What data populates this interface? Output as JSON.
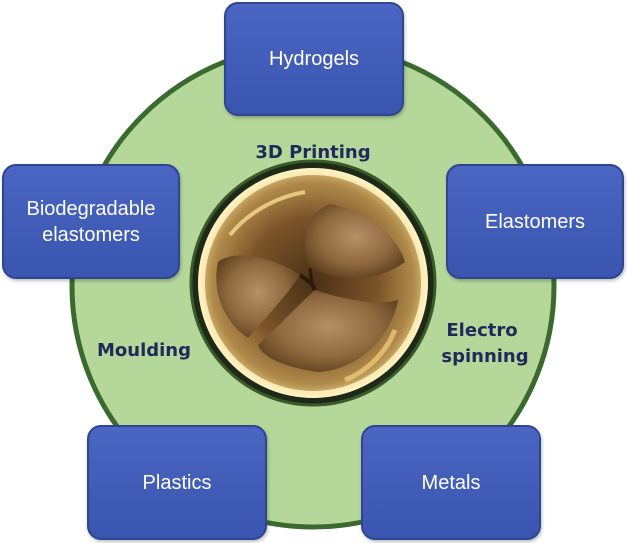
{
  "materials": {
    "hydrogels": "Hydrogels",
    "elastomers": "Elastomers",
    "metals": "Metals",
    "plastics": "Plastics",
    "biodegradable_line1": "Biodegradable",
    "biodegradable_line2": "elastomers"
  },
  "methods": {
    "printing_3d": "3D Printing",
    "electro_line1": "Electro",
    "electro_line2": "spinning",
    "moulding": "Moulding"
  },
  "colors": {
    "ring_fill": "#b5d79a",
    "ring_border": "#3a6a2e",
    "box_fill": "#4060bf",
    "box_text": "#ffffff",
    "method_text": "#1f2a5a"
  },
  "center_image": "heart-valve-photo"
}
